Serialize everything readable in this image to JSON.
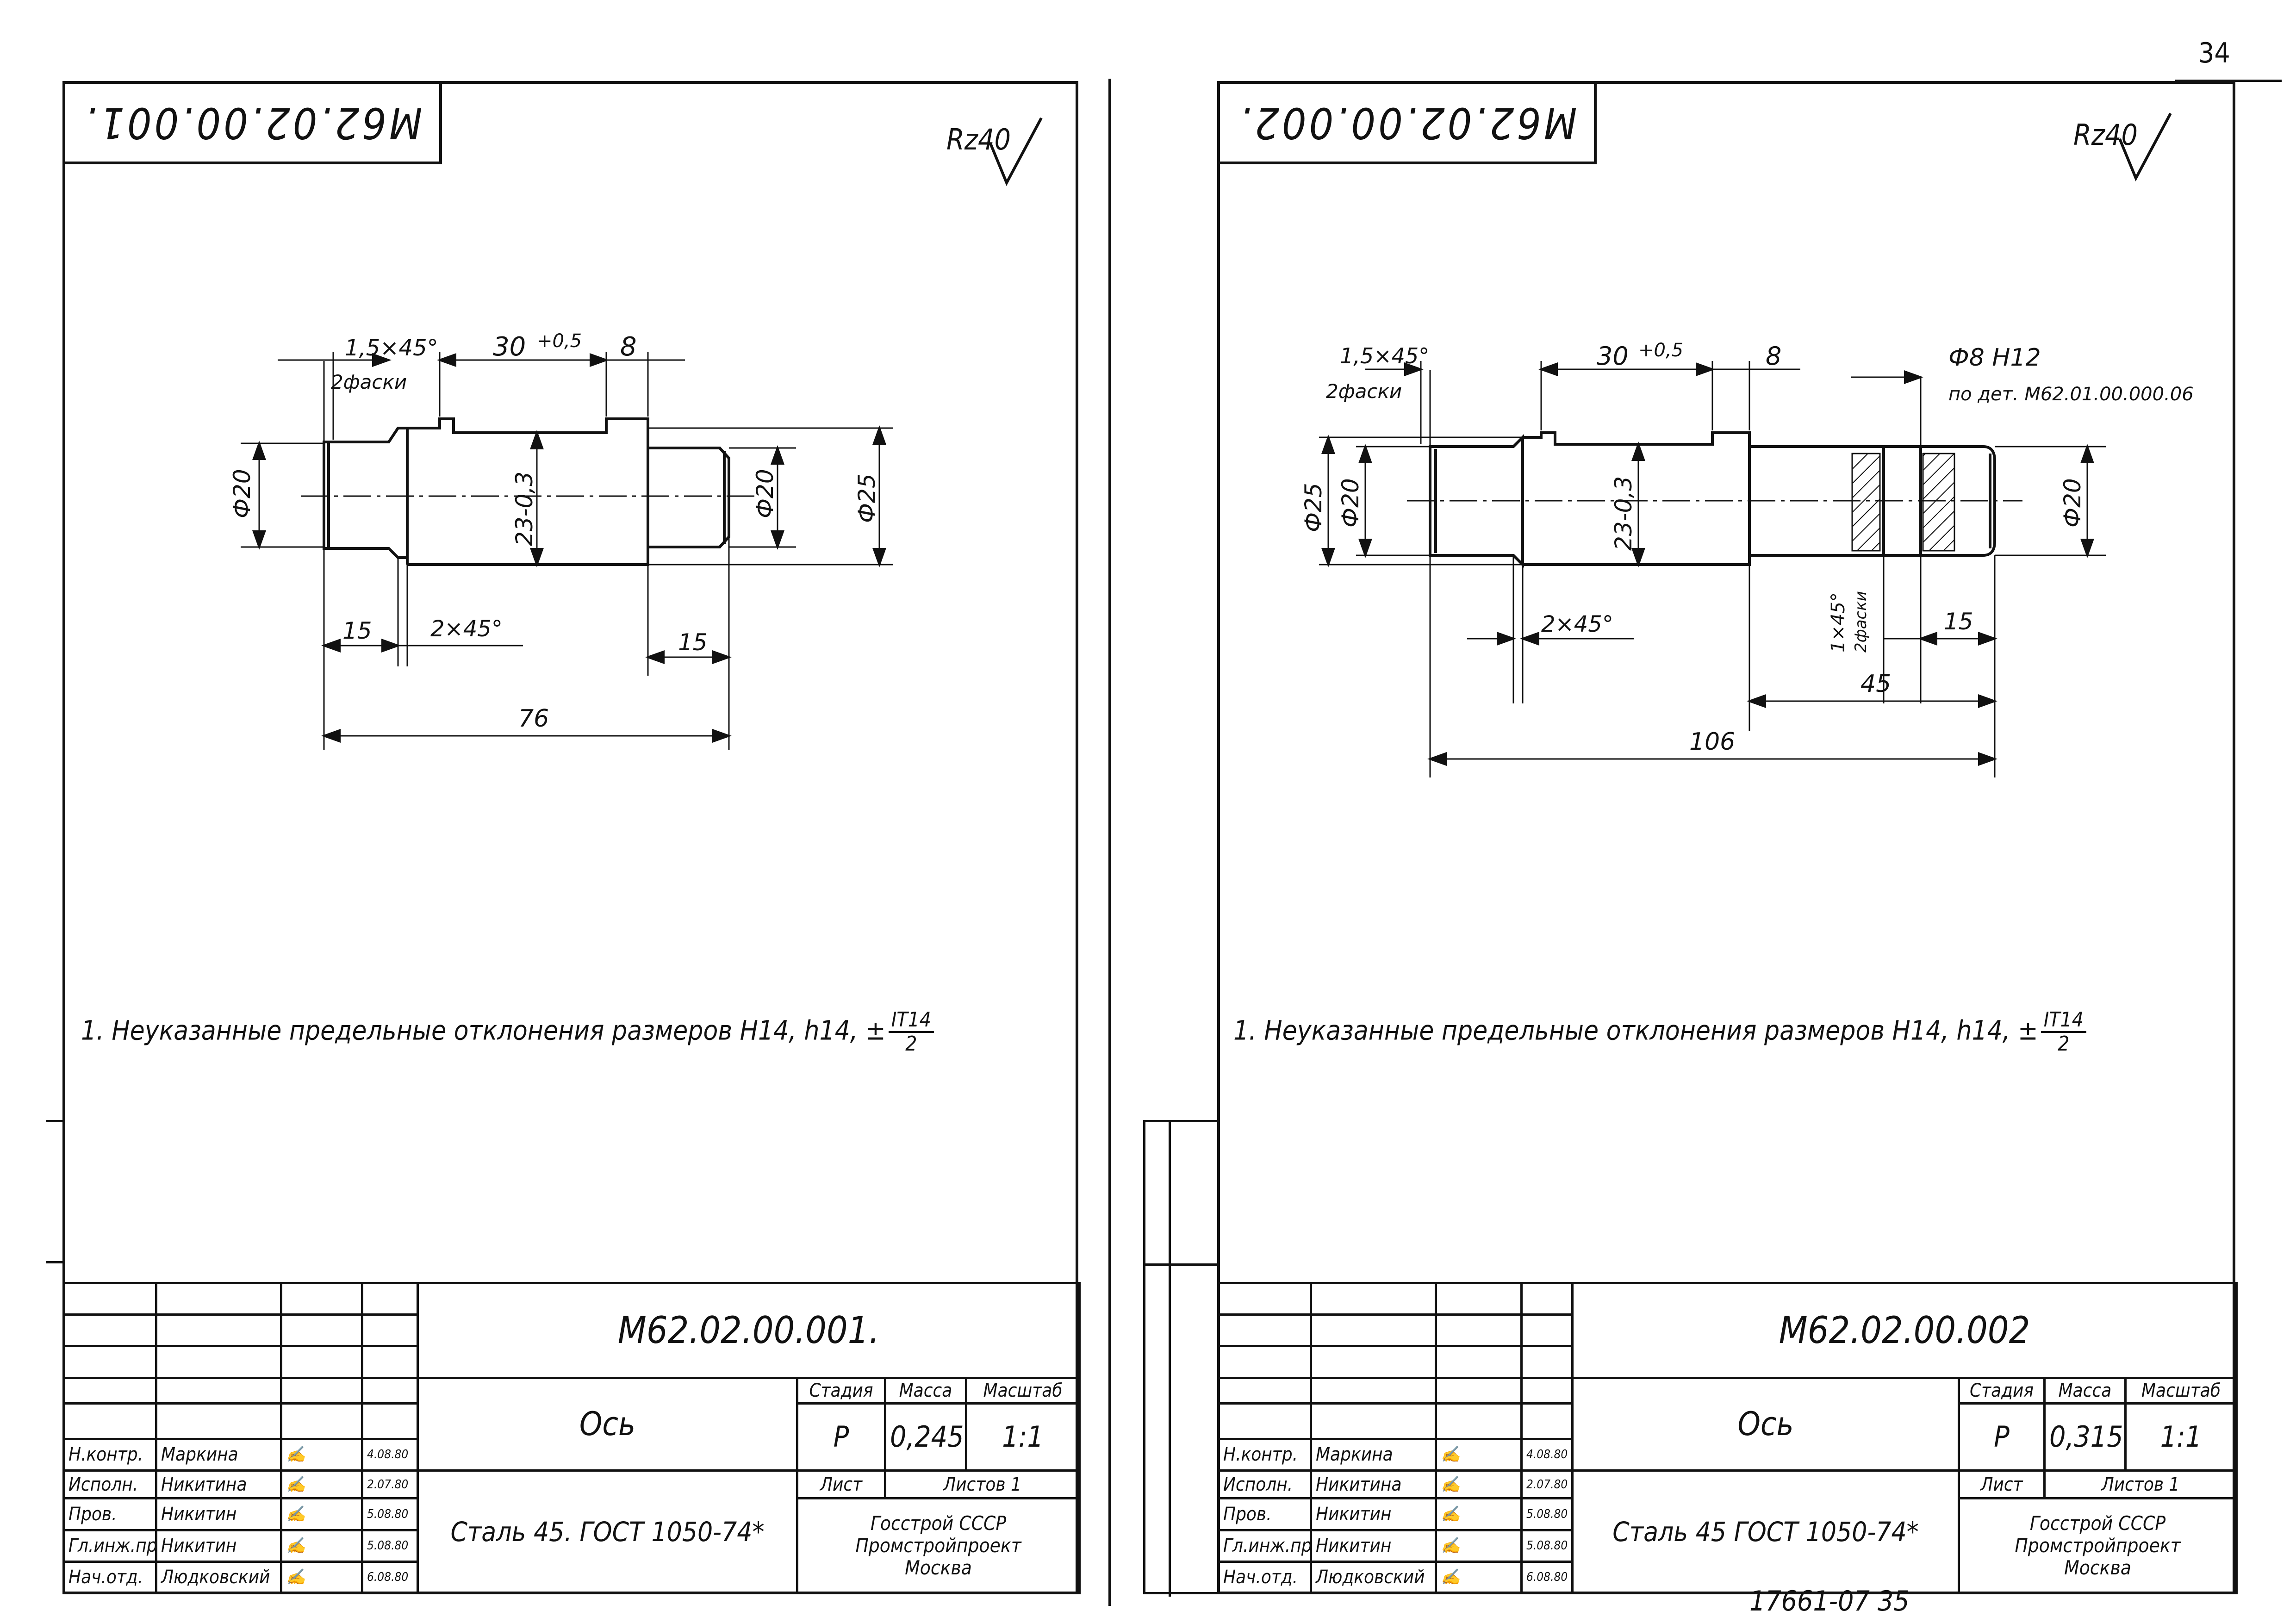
{
  "page_number": "34",
  "bottom_stamp": "17661-07  35",
  "sheets": [
    {
      "top_code": "М62.02.00.001.",
      "roughness": "Rz40",
      "dims": {
        "chamfer": "1,5×45°",
        "chamfer_count": "2фаски",
        "slot": "30",
        "slot_tol": "+0,5",
        "eight": "8",
        "d_left": "Ф20",
        "d_right": "Ф20",
        "d_outer": "Ф25",
        "flat": "23-0,3",
        "len_left": "15",
        "chamfer2": "2×45°",
        "len_right": "15",
        "total": "76"
      },
      "note_text": "1. Неуказанные предельные отклонения размеров Н14, h14, ±",
      "note_num": "IT14",
      "note_den": "2",
      "title_block": {
        "designation": "М62.02.00.001.",
        "name": "Ось",
        "material": "Сталь 45. ГОСТ 1050-74*",
        "stage_label": "Стадия",
        "mass_label": "Масса",
        "scale_label": "Масштаб",
        "stage": "Р",
        "mass": "0,245",
        "scale": "1:1",
        "sheet_label": "Лист",
        "sheets_label": "Листов 1",
        "org1": "Госстрой СССР",
        "org2": "Промстройпроект",
        "org3": "Москва",
        "rows": [
          {
            "role": "Н.контр.",
            "name": "Маркина",
            "date": "4.08.80"
          },
          {
            "role": "Исполн.",
            "name": "Никитина",
            "date": "2.07.80"
          },
          {
            "role": "Пров.",
            "name": "Никитин",
            "date": "5.08.80"
          },
          {
            "role": "Гл.инж.пр.",
            "name": "Никитин",
            "date": "5.08.80"
          },
          {
            "role": "Нач.отд.",
            "name": "Людковский",
            "date": "6.08.80"
          }
        ]
      }
    },
    {
      "top_code": "М62.02.00.002.",
      "roughness": "Rz40",
      "dims": {
        "chamfer": "1,5×45°",
        "chamfer_count": "2фаски",
        "slot": "30",
        "slot_tol": "+0,5",
        "eight": "8",
        "hole": "Ф8 Н12",
        "hole_ref": "по дет. М62.01.00.000.06",
        "d_outer": "Ф25",
        "d_left": "Ф20",
        "flat": "23-0,3",
        "d_right": "Ф20",
        "chamfer2": "2×45°",
        "chamfer3": "1×45°",
        "chamfer3_count": "2фаски",
        "len_right": "15",
        "len_45": "45",
        "total": "106"
      },
      "note_text": "1. Неуказанные предельные отклонения размеров Н14, h14, ±",
      "note_num": "IT14",
      "note_den": "2",
      "title_block": {
        "designation": "М62.02.00.002",
        "name": "Ось",
        "material": "Сталь 45  ГОСТ 1050-74*",
        "stage_label": "Стадия",
        "mass_label": "Масса",
        "scale_label": "Масштаб",
        "stage": "Р",
        "mass": "0,315",
        "scale": "1:1",
        "sheet_label": "Лист",
        "sheets_label": "Листов 1",
        "org1": "Госстрой СССР",
        "org2": "Промстройпроект",
        "org3": "Москва",
        "rows": [
          {
            "role": "Н.контр.",
            "name": "Маркина",
            "date": "4.08.80"
          },
          {
            "role": "Исполн.",
            "name": "Никитина",
            "date": "2.07.80"
          },
          {
            "role": "Пров.",
            "name": "Никитин",
            "date": "5.08.80"
          },
          {
            "role": "Гл.инж.пр.",
            "name": "Никитин",
            "date": "5.08.80"
          },
          {
            "role": "Нач.отд.",
            "name": "Людковский",
            "date": "6.08.80"
          }
        ]
      }
    }
  ]
}
